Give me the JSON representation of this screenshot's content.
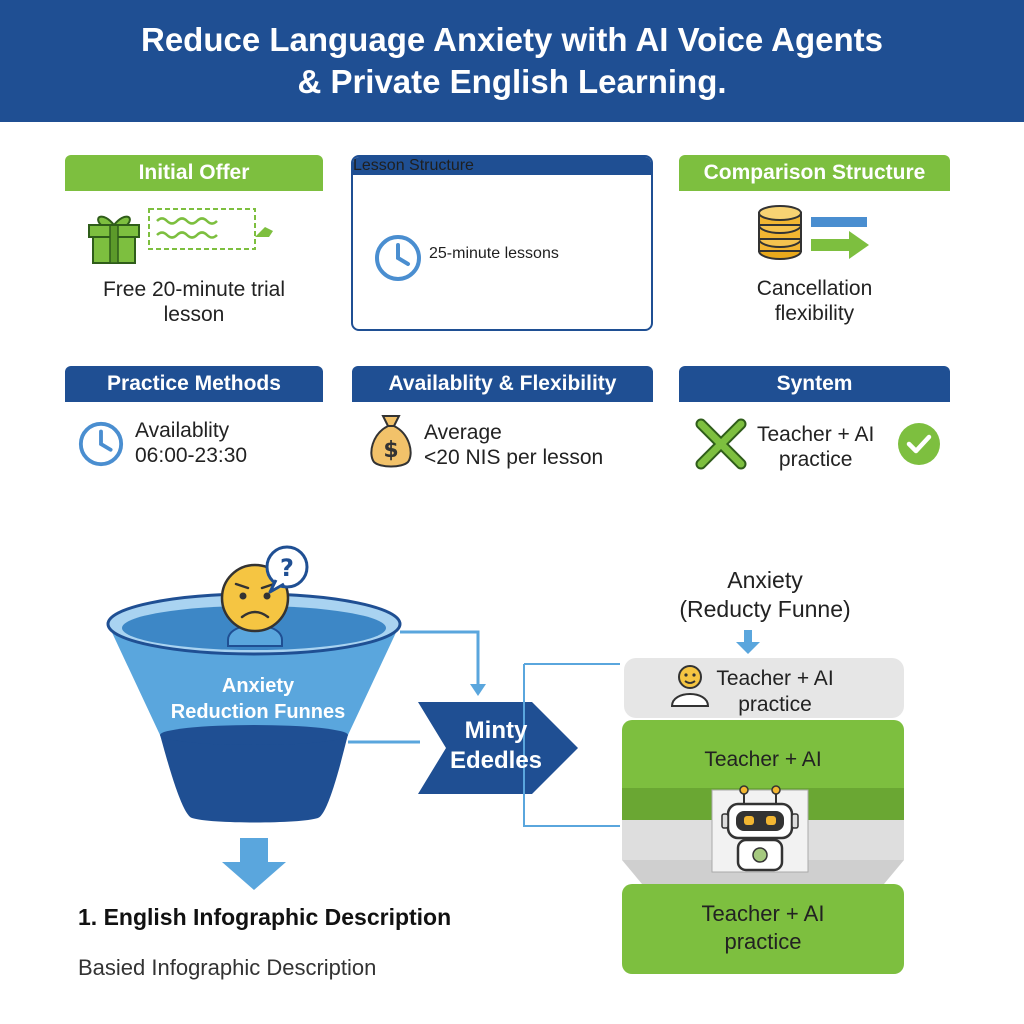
{
  "header": {
    "line1": "Reduce Language Anxiety with AI Voice Agents",
    "line2": "& Private English Learning."
  },
  "cards": {
    "initial_offer": {
      "title": "Initial Offer",
      "line1": "Free 20-minute trial",
      "line2": "lesson"
    },
    "lesson_structure": {
      "title": "Lesson Structure",
      "text": "25-minute lessons"
    },
    "comparison_structure": {
      "title": "Comparison Structure",
      "line1": "Cancellation",
      "line2": "flexibility"
    },
    "practice_methods": {
      "title": "Practice Methods",
      "line1": "Availablity",
      "line2": "06:00-23:30"
    },
    "availability": {
      "title": "Availablity & Flexibility",
      "line1": "Average",
      "line2": "<20 NIS per lesson"
    },
    "syntem": {
      "title": "Syntem",
      "line1": "Teacher + AI",
      "line2": "practice"
    }
  },
  "funnel": {
    "label_line1": "Anxiety",
    "label_line2": "Reduction Funnes",
    "arrow_line1": "Minty",
    "arrow_line2": "Ededles"
  },
  "stack": {
    "title_line1": "Anxiety",
    "title_line2": "(Reducty Funne)",
    "top_line1": "Teacher + AI",
    "top_line2": "practice",
    "middle": "Teacher + AI",
    "bottom_line1": "Teacher + AI",
    "bottom_line2": "practice"
  },
  "footer": {
    "title": "1. English Infographic Description",
    "subtitle": "Basied Infographic Description"
  },
  "colors": {
    "blue": "#1f4f93",
    "green": "#7dbf3f",
    "light_blue": "#5aa6dd",
    "gold": "#f2b632"
  }
}
